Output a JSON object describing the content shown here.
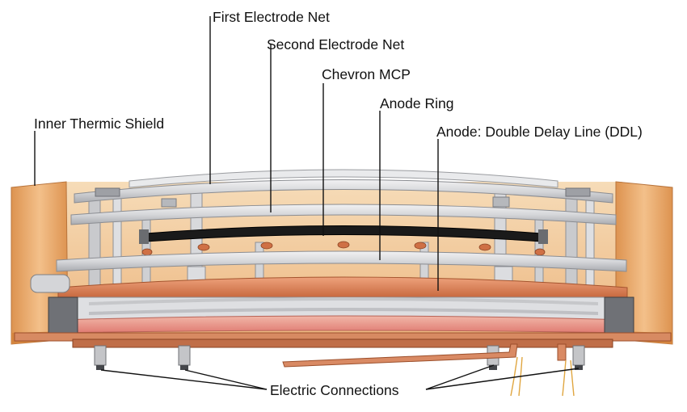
{
  "labels": {
    "first_electrode_net": "First Electrode Net",
    "second_electrode_net": "Second Electrode Net",
    "chevron_mcp": "Chevron MCP",
    "anode_ring": "Anode Ring",
    "inner_thermic_shield": "Inner Thermic Shield",
    "anode_ddl": "Anode: Double Delay Line (DDL)",
    "electric_connections": "Electric Connections"
  },
  "colors": {
    "shield_orange": "#e8a666",
    "copper": "#d9825a",
    "anode_pink": "#e69a8a",
    "plate_grey": "#d4d5d8",
    "mcp_black": "#1a1a1a",
    "wire": "#e0a640"
  }
}
